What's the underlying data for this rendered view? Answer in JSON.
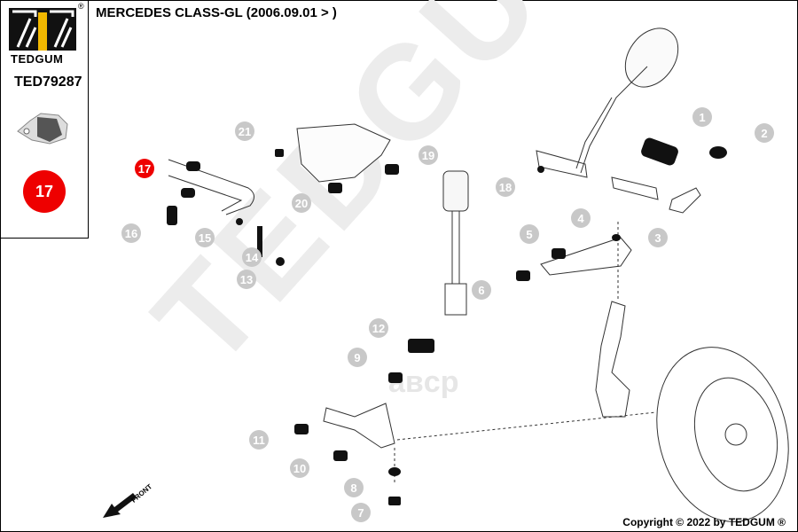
{
  "header": {
    "title": "MERCEDES CLASS-GL  (2006.09.01 > )"
  },
  "sidebar": {
    "brand": "TEDGUM",
    "registered": "®",
    "part_number": "TED79287",
    "highlight_number": "17"
  },
  "watermark": {
    "text": "TEDGUM",
    "site": "aвcp"
  },
  "callouts": [
    "1",
    "2",
    "3",
    "4",
    "5",
    "6",
    "7",
    "8",
    "9",
    "10",
    "11",
    "12",
    "13",
    "14",
    "15",
    "16",
    "17",
    "18",
    "19",
    "20",
    "21"
  ],
  "highlight_color": "#e00000",
  "front_label": "FRONT",
  "footer": {
    "copyright": "Copyright © 2022 by TEDGUM ®"
  }
}
